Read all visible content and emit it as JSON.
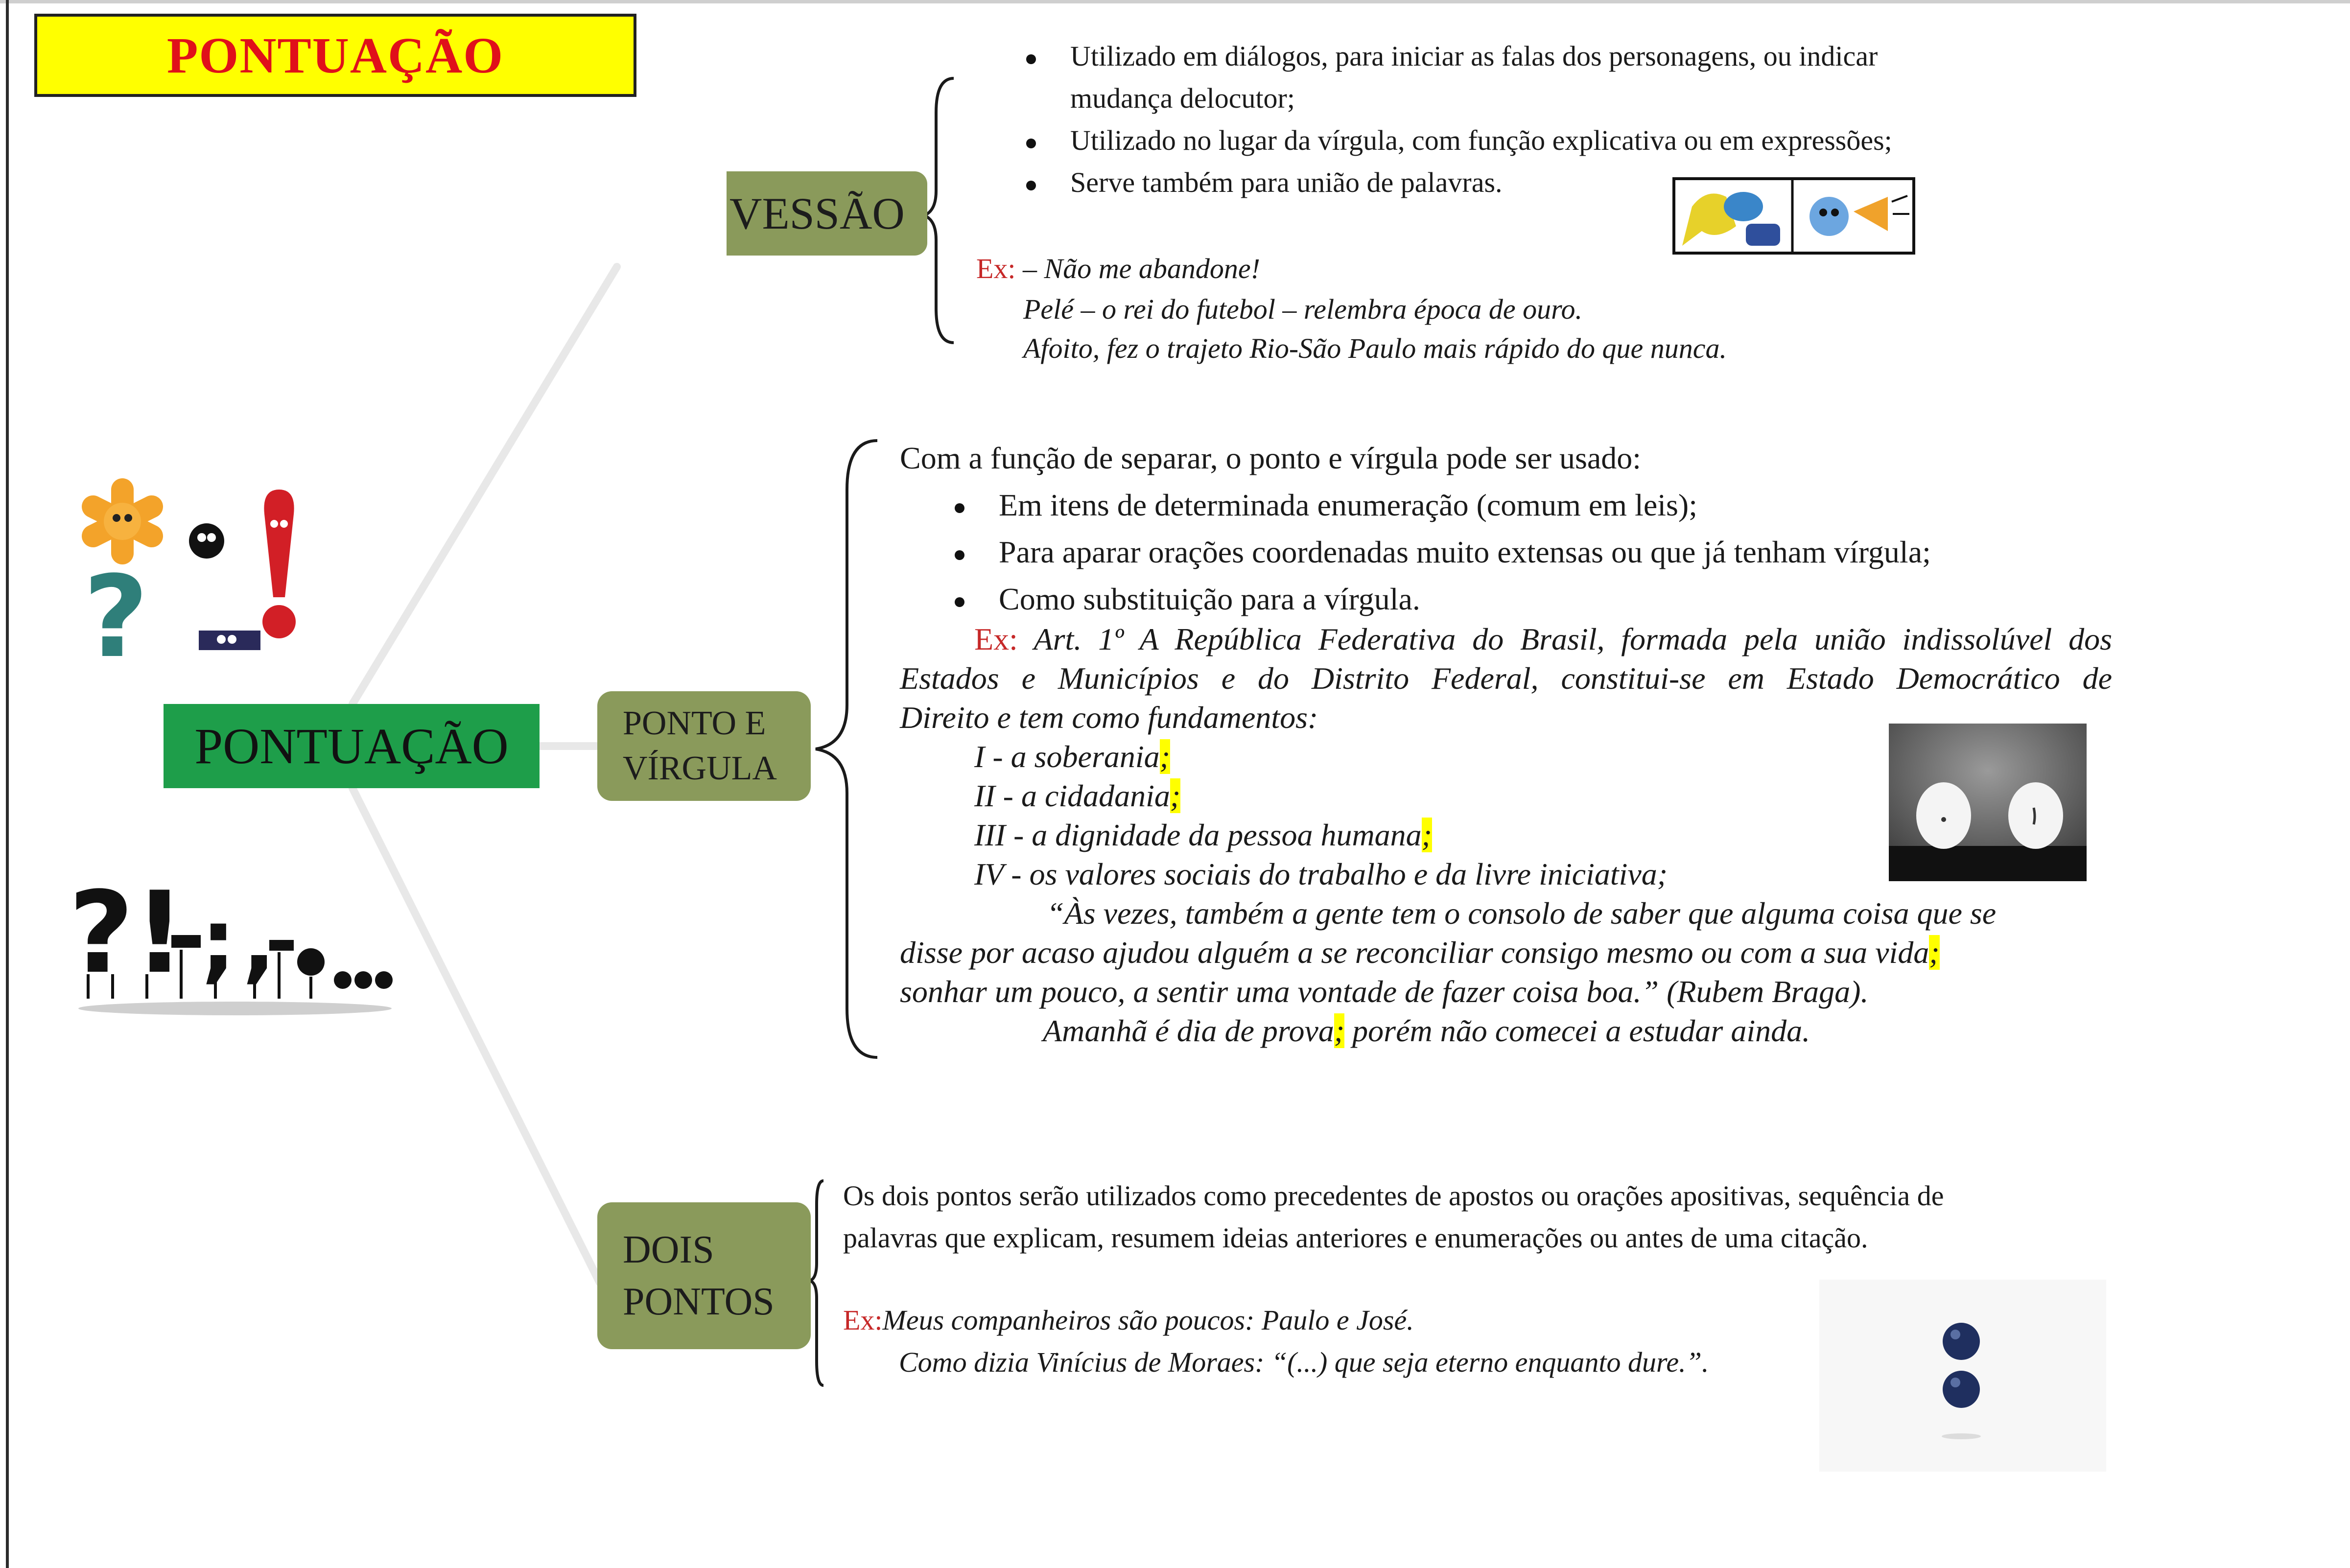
{
  "title": "PONTUAÇÃO",
  "colors": {
    "title_bg": "#ffff00",
    "title_text": "#e0101a",
    "center_node": "#1e9e4a",
    "branch_node": "#8a9a5b",
    "example_label": "#c62828",
    "highlight": "#ffff00"
  },
  "center": {
    "label": "PONTUAÇÃO"
  },
  "travessao": {
    "label": "VESSÃO",
    "bullets": [
      [
        "Utilizado em diálogos, para iniciar as falas dos personagens, ou  indicar",
        "mudança delocutor;"
      ],
      [
        "Utilizado no lugar da vírgula, com função explicativa ou em expressões;"
      ],
      [
        "Serve também para união de palavras."
      ]
    ],
    "ex_label": "Ex:",
    "examples": [
      "– Não me abandone!",
      "Pelé – o rei do futebol – relembra época de ouro.",
      "Afoito, fez o trajeto Rio-São Paulo mais rápido do que nunca."
    ]
  },
  "ponto_virgula": {
    "label_lines": [
      "PONTO E",
      "VÍRGULA"
    ],
    "intro": "Com a função de separar, o ponto e vírgula pode ser  usado:",
    "bullets": [
      "Em itens de determinada enumeração (comum em  leis);",
      "Para aparar orações coordenadas muito extensas ou que já tenham  vírgula;",
      "Como substituição para a  vírgula."
    ],
    "ex_label": "Ex:",
    "ex_lines": [
      "Art. 1º A República Federativa do Brasil, formada pela união indissolúvel dos",
      "Estados e Municípios e do Distrito Federal, constitui-se em Estado Democrático de",
      "Direito e tem como fundamentos:"
    ],
    "items": [
      "I - a soberania",
      "II - a cidadania",
      "III - a dignidade da pessoa  humana",
      "IV - os valores sociais do trabalho e da livre  iniciativa;"
    ],
    "semicolon": ";",
    "quote_1": "“Às vezes, também a gente tem o consolo de saber que alguma coisa que se",
    "quote_2": "disse por acaso ajudou alguém a se reconciliar consigo mesmo ou com a sua vida",
    "quote_3": "sonhar um pouco, a sentir uma vontade de fazer coisa boa.” (Rubem  Braga).",
    "last_a": "Amanhã é dia de prova",
    "last_b": " porém não comecei a estudar  ainda."
  },
  "dois_pontos": {
    "label_lines": [
      "DOIS",
      "PONTOS"
    ],
    "desc_lines": [
      "Os dois pontos serão utilizados como precedentes de apostos ou orações apositivas, sequência de",
      "palavras que explicam, resumem ideias anteriores e enumerações ou antes de uma citação."
    ],
    "ex_label": "Ex:",
    "examples": [
      "Meus companheiros são poucos: Paulo e José.",
      "Como dizia Vinícius de Moraes: “(...) que seja eterno enquanto dure.”."
    ]
  },
  "icons": [
    "asterisk-icon",
    "question-mark-icon",
    "exclamation-mark-icon",
    "period-icon",
    "ellipsis-icon",
    "punctuation-figures-icon",
    "dialogue-comic-icon",
    "eggs-photo-icon",
    "colon-photo-icon"
  ]
}
